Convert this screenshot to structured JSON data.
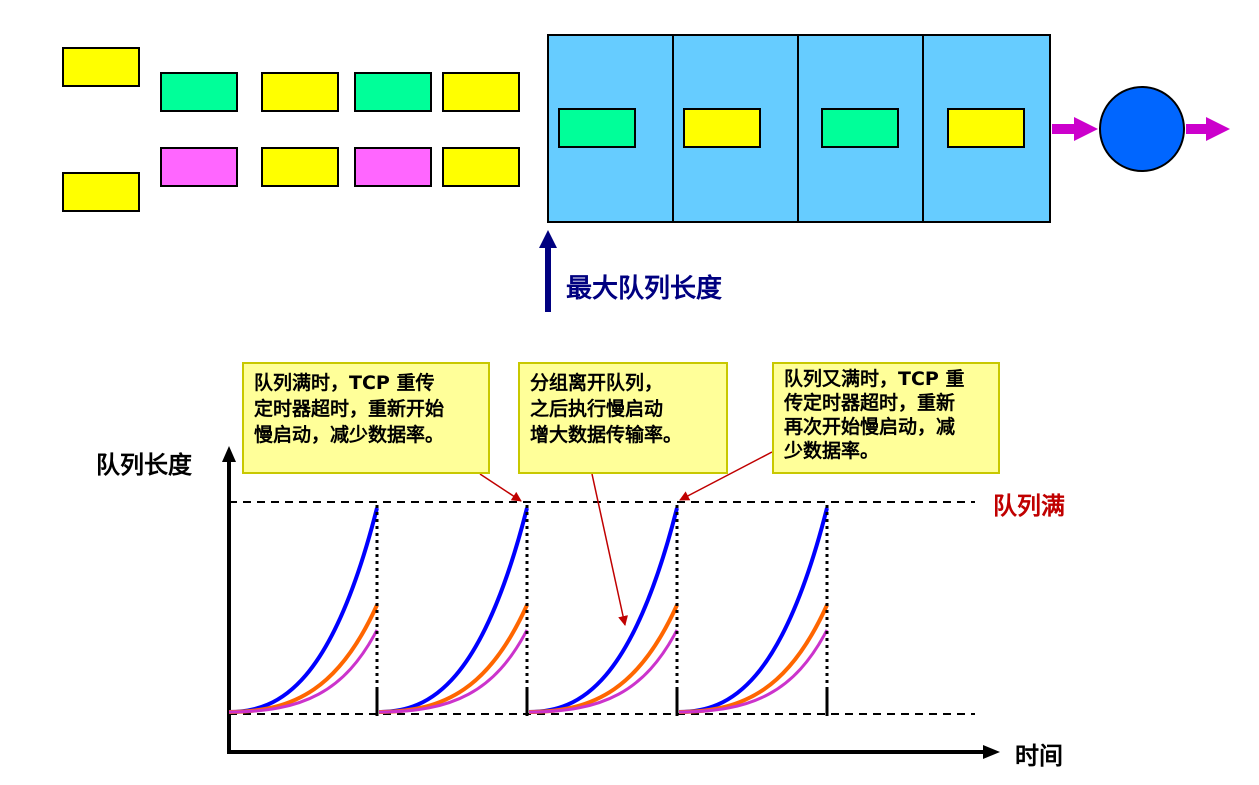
{
  "colors": {
    "yellow": "#ffff00",
    "green": "#00ff99",
    "pink": "#ff66ff",
    "queue_bg": "#66ccff",
    "server": "#0066ff",
    "arrow_magenta": "#cc00cc",
    "label_navy": "#000080",
    "label_red": "#c00000",
    "curve_blue": "#0000ff",
    "curve_orange": "#ff6600",
    "curve_purple": "#cc33cc",
    "callout_bg": "#ffff99"
  },
  "waiting_packets": {
    "top_row": [
      "yellow",
      "green",
      "yellow",
      "green",
      "yellow"
    ],
    "bottom_row": [
      "yellow",
      "pink",
      "yellow",
      "pink",
      "yellow"
    ]
  },
  "queued_packets": [
    "green",
    "yellow",
    "green",
    "yellow"
  ],
  "max_queue_label": "最大队列长度",
  "chart": {
    "y_axis_label": "队列长度",
    "x_axis_label": "时间",
    "full_label": "队列满",
    "cycles": 4
  },
  "callouts": [
    {
      "lines": [
        "队列满时，TCP 重传",
        "定时器超时，重新开始",
        "慢启动，减少数据率。"
      ]
    },
    {
      "lines": [
        "分组离开队列，",
        "之后执行慢启动",
        "增大数据传输率。"
      ]
    },
    {
      "lines": [
        "队列又满时，TCP 重",
        "传定时器超时，重新",
        "再次开始慢启动，减",
        "少数据率。"
      ]
    }
  ]
}
